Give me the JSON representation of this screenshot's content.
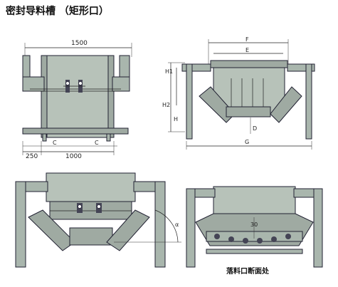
{
  "title": "密封导料槽 （矩形口）",
  "views": {
    "top_left": {
      "dim_overall": "1500",
      "dim_left": "250",
      "dim_mid": "1000",
      "dim_c1": "C",
      "dim_c2": "C"
    },
    "top_right": {
      "dim_f": "F",
      "dim_e": "E",
      "dim_h1": "H1",
      "dim_h2": "H2",
      "dim_h": "H",
      "dim_d": "D",
      "dim_g": "G"
    },
    "bottom_left": {
      "angle_label": "α"
    },
    "bottom_right": {
      "dim_center": "30",
      "caption": "落料口断面处"
    }
  },
  "colors": {
    "fill": "#b7c2b9",
    "fill_dark": "#9faaa2",
    "line": "#222233"
  }
}
